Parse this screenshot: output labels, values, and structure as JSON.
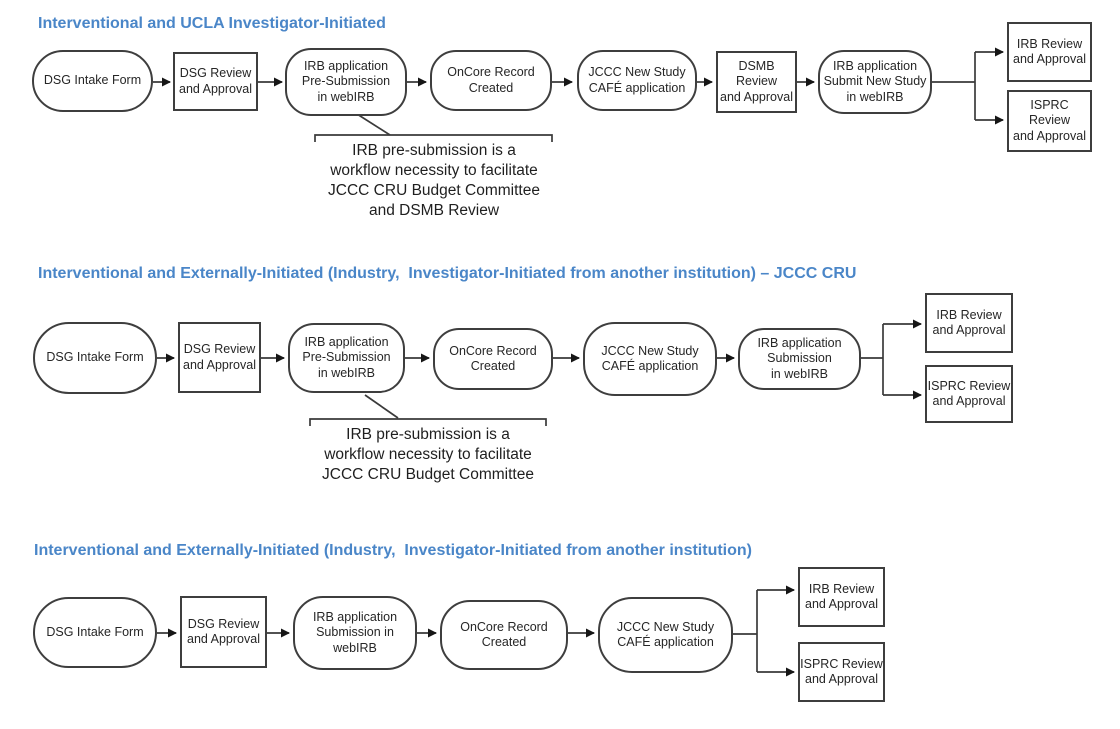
{
  "colors": {
    "heading_blue": "#4a86c8",
    "shape_border": "#3e3e3e",
    "text_dark": "#262626"
  },
  "flows": [
    {
      "heading": "Interventional and UCLA Investigator-Initiated",
      "nodes": [
        {
          "label": "DSG Intake Form"
        },
        {
          "label": "DSG Review\nand Approval"
        },
        {
          "label": "IRB application\nPre-Submission\nin webIRB"
        },
        {
          "label": "OnCore Record\nCreated"
        },
        {
          "label": "JCCC New Study\nCAFÉ application"
        },
        {
          "label": "DSMB Review\nand Approval"
        },
        {
          "label": "IRB application\nSubmit New Study\nin webIRB"
        }
      ],
      "branch": [
        {
          "label": "IRB Review\nand Approval"
        },
        {
          "label": "ISPRC Review\nand Approval"
        }
      ],
      "annotation": "IRB pre-submission is a\nworkflow necessity to facilitate\nJCCC CRU Budget Committee\nand DSMB Review"
    },
    {
      "heading": "Interventional and Externally-Initiated (Industry,  Investigator-Initiated from another institution) – JCCC CRU",
      "nodes": [
        {
          "label": "DSG Intake Form"
        },
        {
          "label": "DSG Review\nand Approval"
        },
        {
          "label": "IRB application\nPre-Submission\nin webIRB"
        },
        {
          "label": "OnCore Record\nCreated"
        },
        {
          "label": "JCCC New Study\nCAFÉ application"
        },
        {
          "label": "IRB application\nSubmission\nin webIRB"
        }
      ],
      "branch": [
        {
          "label": "IRB Review\nand Approval"
        },
        {
          "label": "ISPRC Review\nand Approval"
        }
      ],
      "annotation": "IRB pre-submission is a\nworkflow necessity to facilitate\nJCCC CRU Budget Committee"
    },
    {
      "heading": "Interventional and Externally-Initiated (Industry,  Investigator-Initiated from another institution)",
      "nodes": [
        {
          "label": "DSG Intake Form"
        },
        {
          "label": "DSG Review\nand Approval"
        },
        {
          "label": "IRB application\nSubmission in\nwebIRB"
        },
        {
          "label": "OnCore Record\nCreated"
        },
        {
          "label": "JCCC New Study\nCAFÉ application"
        }
      ],
      "branch": [
        {
          "label": "IRB Review\nand Approval"
        },
        {
          "label": "ISPRC Review\nand Approval"
        }
      ]
    }
  ]
}
